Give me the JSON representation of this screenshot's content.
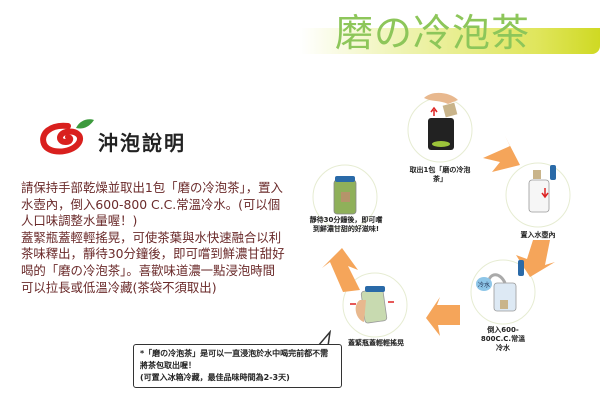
{
  "header": {
    "title": "磨の冷泡茶"
  },
  "section": {
    "logo_text": "沖泡說明"
  },
  "instructions": [
    "請保持手部乾燥並取出1包「磨の冷泡茶」，置入水壺內，倒入600-800 C.C.常溫冷水。(可以個人口味調整水量喔！)",
    "蓋緊瓶蓋輕輕搖晃，可使茶葉與水快速融合以利茶味釋出，靜待30分鐘後，即可嚐到鮮濃甘甜好喝的「磨の冷泡茶」。喜歡味道濃一點浸泡時間可以拉長或低溫冷藏(茶袋不須取出)"
  ],
  "note": {
    "line1": "*「磨の冷泡茶」是可以一直浸泡於水中喝完前都不需將茶包取出喔！",
    "line2": "(可置入冰箱冷藏，最佳品味時間為2-3天)"
  },
  "steps": [
    {
      "caption": "取出1包「磨の冷泡茶」"
    },
    {
      "caption": "置入水壺內"
    },
    {
      "caption": "倒入600-800C.C.常溫冷水",
      "badge": "冷水"
    },
    {
      "caption": "蓋緊瓶蓋輕輕搖晃"
    },
    {
      "caption": "靜待30分鐘後，即可嚐到鮮濃甘甜的好滋味!"
    }
  ],
  "colors": {
    "title": "#8dc65a",
    "text": "#6a2a2a",
    "arrow": "#f5a55a",
    "cap": "#2a6aa8"
  }
}
